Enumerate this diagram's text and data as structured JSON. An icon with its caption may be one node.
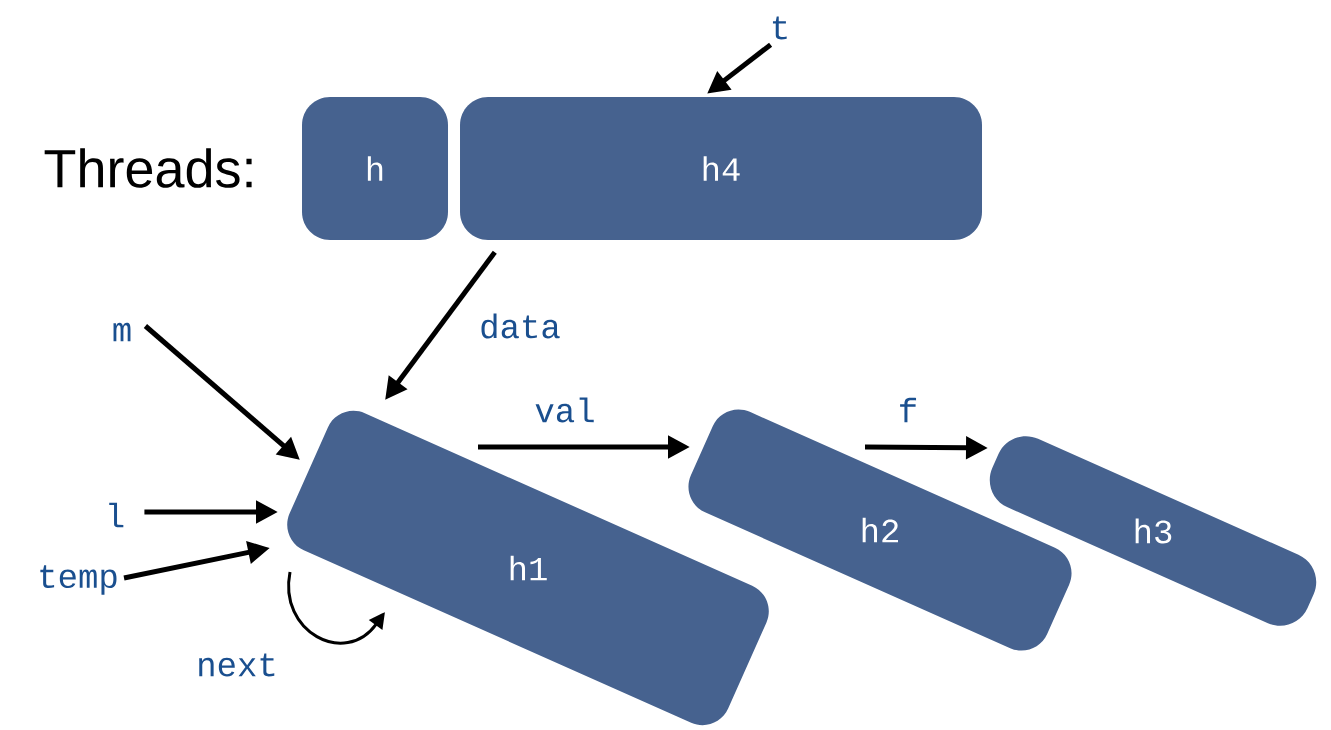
{
  "diagram": {
    "nodes": [
      {
        "text": [
          "h"
        ]
      },
      {
        "text": [
          "h4"
        ]
      },
      {
        "text": [
          "h1"
        ]
      },
      {
        "text": [
          "h2"
        ]
      },
      {
        "text": [
          "h3"
        ]
      },
      {
        "text": [
          "t"
        ]
      },
      {
        "text": [
          "m"
        ]
      },
      {
        "text": [
          "l"
        ]
      },
      {
        "text": [
          "temp"
        ]
      }
    ],
    "edges": [
      {
        "from": 5,
        "to": 1,
        "arrow": "to"
      },
      {
        "from": 1,
        "to": 2,
        "arrow": "to",
        "label": "data"
      },
      {
        "from": 6,
        "to": 2,
        "arrow": "to"
      },
      {
        "from": 7,
        "to": 2,
        "arrow": "to"
      },
      {
        "from": 8,
        "to": 2,
        "arrow": "to"
      },
      {
        "from": 2,
        "to": 2,
        "arrow": "to",
        "label": "next"
      },
      {
        "from": 2,
        "to": 3,
        "arrow": "to",
        "label": "val"
      },
      {
        "from": 3,
        "to": 4,
        "arrow": "to",
        "label": "f"
      }
    ],
    "labels": [
      "Threads:"
    ]
  }
}
